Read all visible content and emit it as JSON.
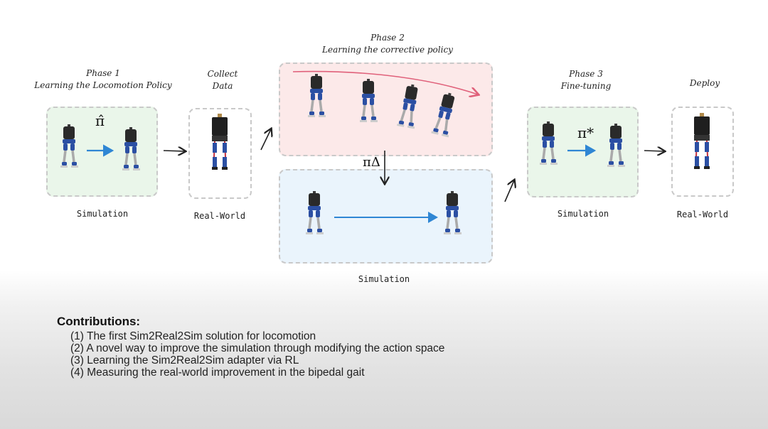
{
  "phase1": {
    "title": "Phase 1",
    "subtitle": "Learning the Locomotion Policy",
    "symbol": "π̂",
    "caption": "Simulation"
  },
  "collect": {
    "title": "Collect",
    "subtitle": "Data",
    "caption": "Real-World"
  },
  "phase2": {
    "title": "Phase 2",
    "subtitle": "Learning the corrective policy",
    "symbol": "πΔ",
    "caption": "Simulation"
  },
  "phase3": {
    "title": "Phase 3",
    "subtitle": "Fine-tuning",
    "symbol": "π*",
    "caption": "Simulation"
  },
  "deploy": {
    "title": "Deploy",
    "caption": "Real-World"
  },
  "contributions": {
    "title": "Contributions:",
    "items": [
      "(1) The first Sim2Real2Sim solution for locomotion",
      "(2) A novel way to improve the simulation through modifying the action space",
      "(3) Learning the Sim2Real2Sim adapter via RL",
      "(4) Measuring the real-world improvement in the bipedal gait"
    ]
  },
  "colors": {
    "green_box": "#eaf6ea",
    "pink_box": "#fce9e9",
    "blue_box": "#eaf4fc",
    "blue_arrow": "#2f86d4",
    "red_arrow": "#e0607a",
    "robot_joint": "#2b4fa3",
    "robot_body": "#2a2a2a"
  }
}
